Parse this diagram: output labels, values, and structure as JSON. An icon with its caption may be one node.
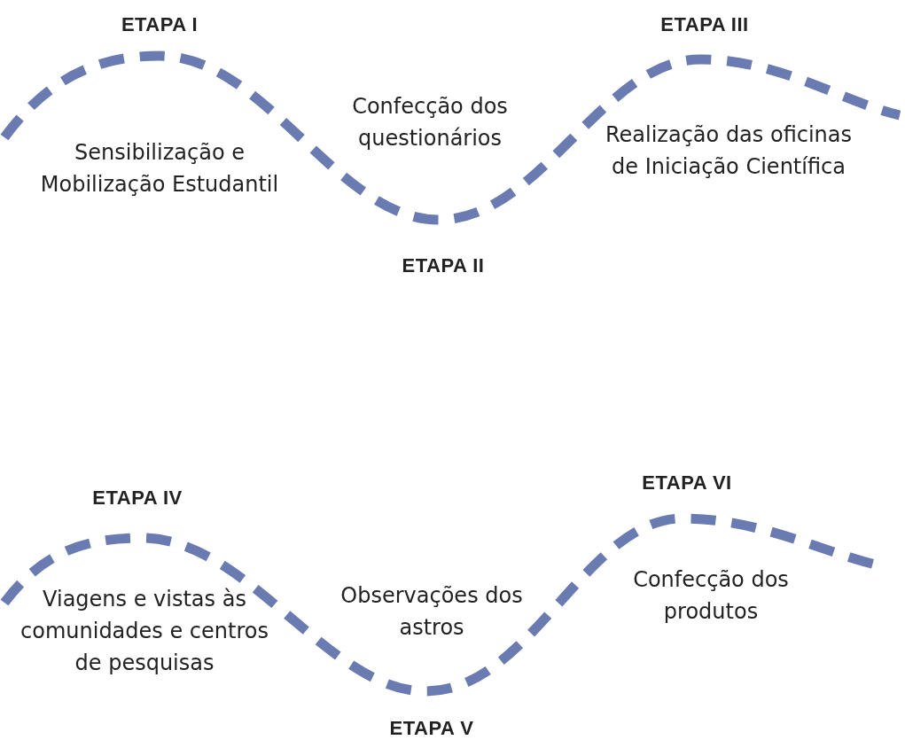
{
  "diagram": {
    "labels": [
      "ETAPA I",
      "Sensibilização e Mobilização Estudantil",
      "Confecção dos questionários",
      "ETAPA II",
      "ETAPA III",
      "Realização das oficinas de Iniciação Científica",
      "ETAPA IV",
      "Viagens e vistas às comunidades e centros de pesquisas",
      "Observações dos astros",
      "ETAPA V",
      "ETAPA VI",
      "Confecção dos produtos"
    ]
  }
}
